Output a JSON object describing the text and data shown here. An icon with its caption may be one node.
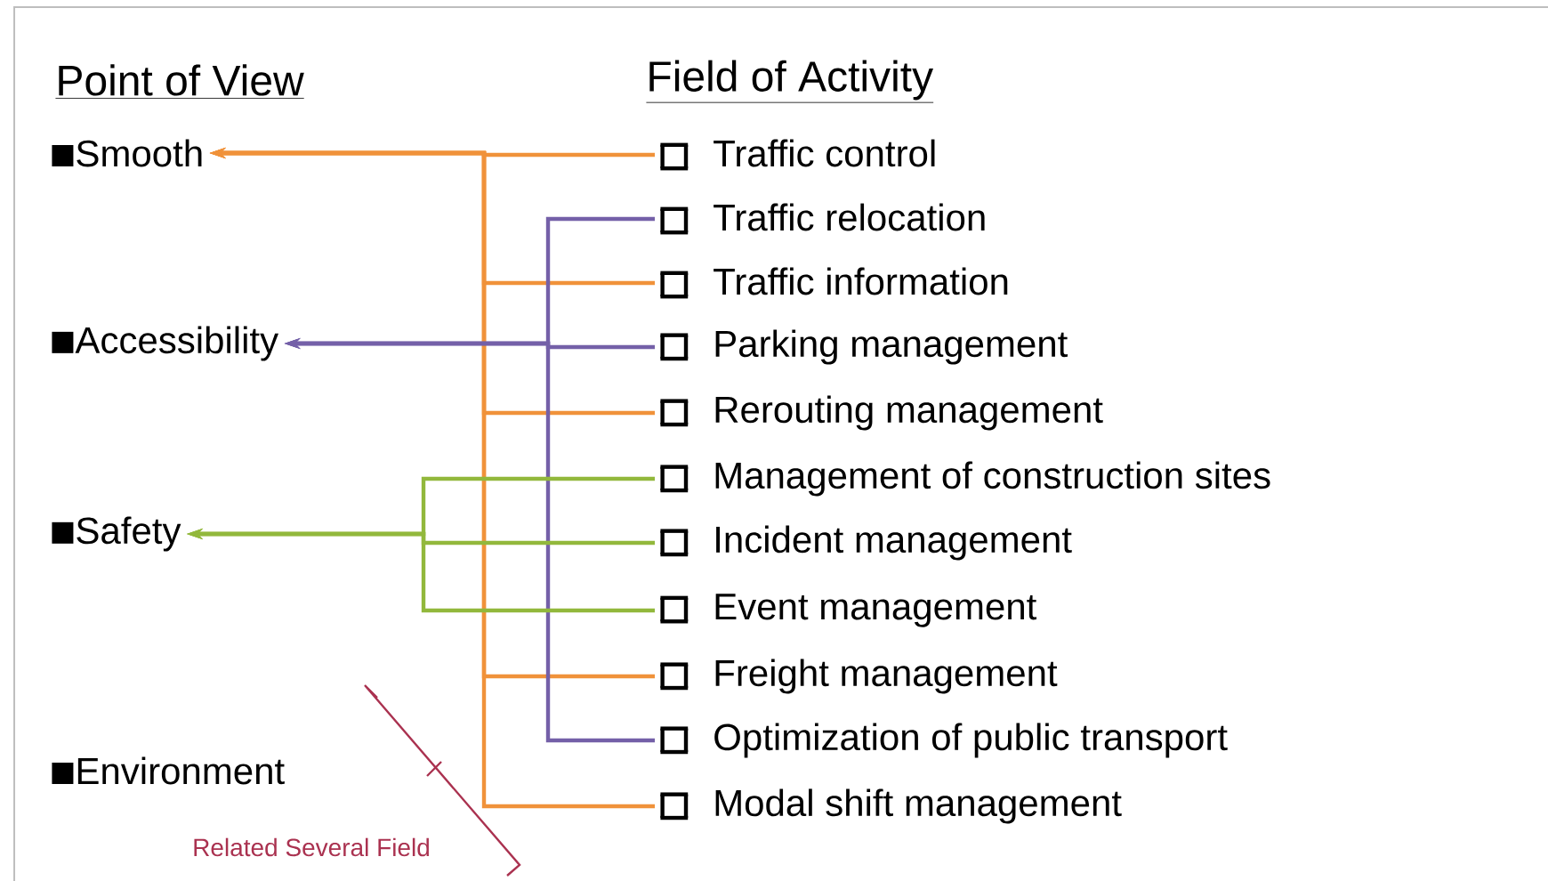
{
  "diagram": {
    "nodes": [
      {
        "text": [
          "Smooth"
        ]
      },
      {
        "text": [
          "Accessibility"
        ]
      },
      {
        "text": [
          "Safety"
        ]
      },
      {
        "text": [
          "Environment"
        ]
      },
      {
        "text": [
          "Traffic control"
        ]
      },
      {
        "text": [
          "Traffic relocation"
        ]
      },
      {
        "text": [
          "Traffic information"
        ]
      },
      {
        "text": [
          "Parking management"
        ]
      },
      {
        "text": [
          "Rerouting management"
        ]
      },
      {
        "text": [
          "Management of construction sites"
        ]
      },
      {
        "text": [
          "Incident management"
        ]
      },
      {
        "text": [
          "Event management"
        ]
      },
      {
        "text": [
          "Freight management"
        ]
      },
      {
        "text": [
          "Optimization of public transport"
        ]
      },
      {
        "text": [
          "Modal shift management"
        ]
      }
    ],
    "edges": [
      {
        "from": 4,
        "to": 0,
        "arrow": "to",
        "color": "#f0923a"
      },
      {
        "from": 6,
        "to": 0,
        "arrow": "to",
        "color": "#f0923a"
      },
      {
        "from": 8,
        "to": 0,
        "arrow": "to",
        "color": "#f0923a"
      },
      {
        "from": 12,
        "to": 0,
        "arrow": "to",
        "color": "#f0923a"
      },
      {
        "from": 14,
        "to": 0,
        "arrow": "to",
        "color": "#f0923a"
      },
      {
        "from": 5,
        "to": 1,
        "arrow": "to",
        "color": "#7460a8"
      },
      {
        "from": 7,
        "to": 1,
        "arrow": "to",
        "color": "#7460a8"
      },
      {
        "from": 13,
        "to": 1,
        "arrow": "to",
        "color": "#7460a8"
      },
      {
        "from": 9,
        "to": 2,
        "arrow": "to",
        "color": "#92b83c"
      },
      {
        "from": 10,
        "to": 2,
        "arrow": "to",
        "color": "#92b83c"
      },
      {
        "from": 11,
        "to": 2,
        "arrow": "to",
        "color": "#92b83c"
      }
    ],
    "labels": [
      "Point of View",
      "Field of Activity",
      "Related Several Field"
    ]
  }
}
